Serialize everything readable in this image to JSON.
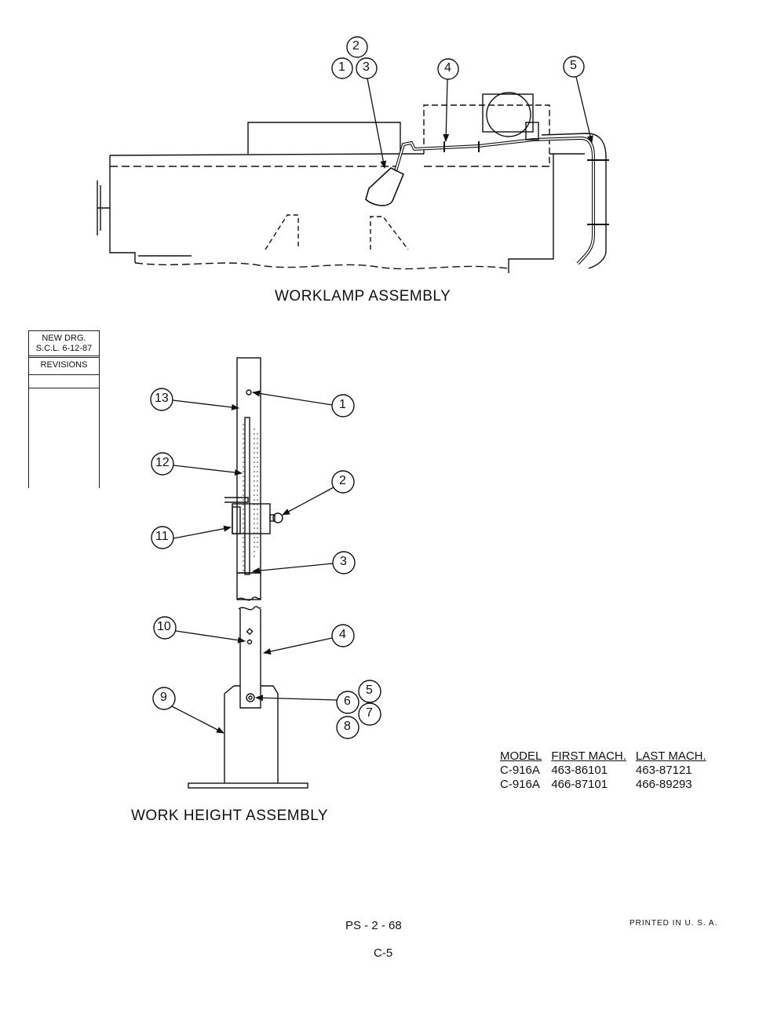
{
  "worklamp": {
    "title": "WORKLAMP ASSEMBLY",
    "callouts": [
      "1",
      "2",
      "3",
      "4",
      "5"
    ]
  },
  "work_height": {
    "title": "WORK HEIGHT ASSEMBLY",
    "callouts": [
      "1",
      "2",
      "3",
      "4",
      "5",
      "6",
      "7",
      "8",
      "9",
      "10",
      "11",
      "12",
      "13"
    ]
  },
  "revisions": {
    "line1": "NEW DRG.",
    "line2": "S.C.L. 6-12-87",
    "header": "REVISIONS"
  },
  "models_table": {
    "headers": [
      "MODEL",
      "FIRST MACH.",
      "LAST MACH."
    ],
    "rows": [
      [
        "C-916A",
        "463-86101",
        "463-87121"
      ],
      [
        "C-916A",
        "466-87101",
        "466-89293"
      ]
    ]
  },
  "footer": {
    "doc_code": "PS - 2 - 68",
    "page": "C-5",
    "printed": "PRINTED IN U. S. A."
  }
}
